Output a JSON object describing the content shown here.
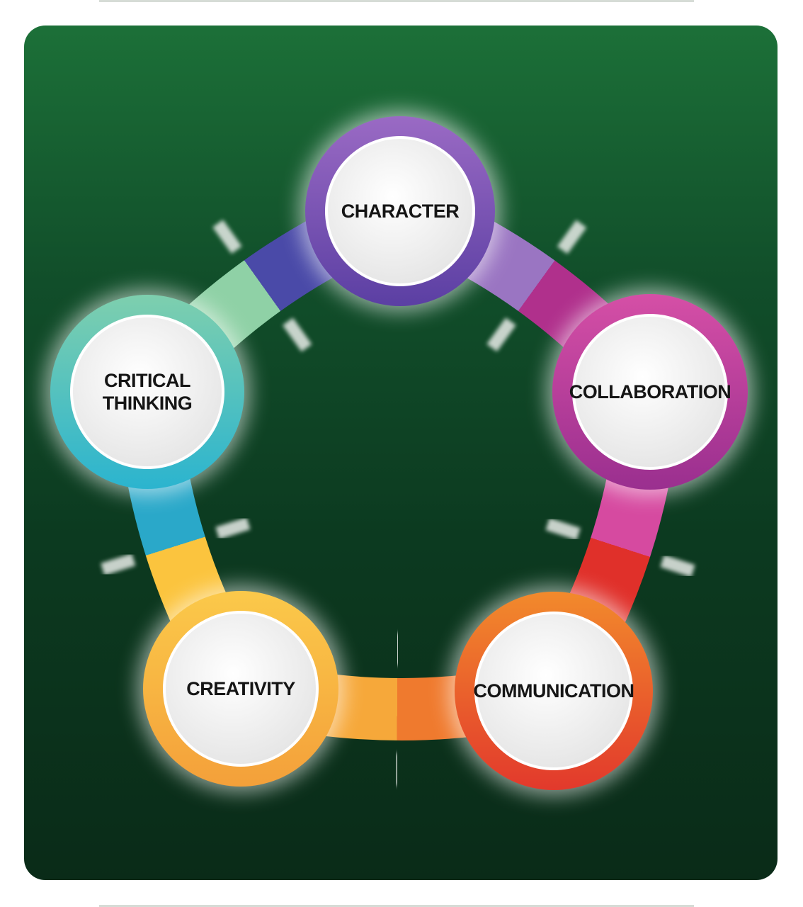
{
  "diagram": {
    "nodes": [
      {
        "id": "character",
        "lines": [
          "CHARACTER"
        ],
        "color_outer": "#5b3fa3",
        "color_inner": "#9a6ac4"
      },
      {
        "id": "collaboration",
        "lines": [
          "COLLABORATION"
        ],
        "color_outer": "#9a2f8f",
        "color_inner": "#d54fa6"
      },
      {
        "id": "communication",
        "lines": [
          "COMMUNICATION"
        ],
        "color_outer": "#e2392c",
        "color_inner": "#f28a2c"
      },
      {
        "id": "creativity",
        "lines": [
          "CREATIVITY"
        ],
        "color_outer": "#f4a03a",
        "color_inner": "#fbc94a"
      },
      {
        "id": "critical-thinking",
        "lines": [
          "CRITICAL",
          "THINKING"
        ],
        "color_outer": "#2bb4cf",
        "color_inner": "#7ecfae"
      }
    ],
    "connectors": [
      {
        "from": "character",
        "to": "collaboration",
        "color_start": "#9a75c2",
        "color_end": "#b0308c"
      },
      {
        "from": "collaboration",
        "to": "communication",
        "color_start": "#d64aa0",
        "color_end": "#e0302a"
      },
      {
        "from": "communication",
        "to": "creativity",
        "color_start": "#ef7a2e",
        "color_end": "#f6a83a"
      },
      {
        "from": "creativity",
        "to": "critical-thinking",
        "color_start": "#fbc43e",
        "color_end": "#2aa8c9"
      },
      {
        "from": "critical-thinking",
        "to": "character",
        "color_start": "#8fd1a6",
        "color_end": "#4a4aa8"
      }
    ],
    "background_colors": {
      "top": "#1c7038",
      "bottom": "#0a2b18"
    }
  }
}
